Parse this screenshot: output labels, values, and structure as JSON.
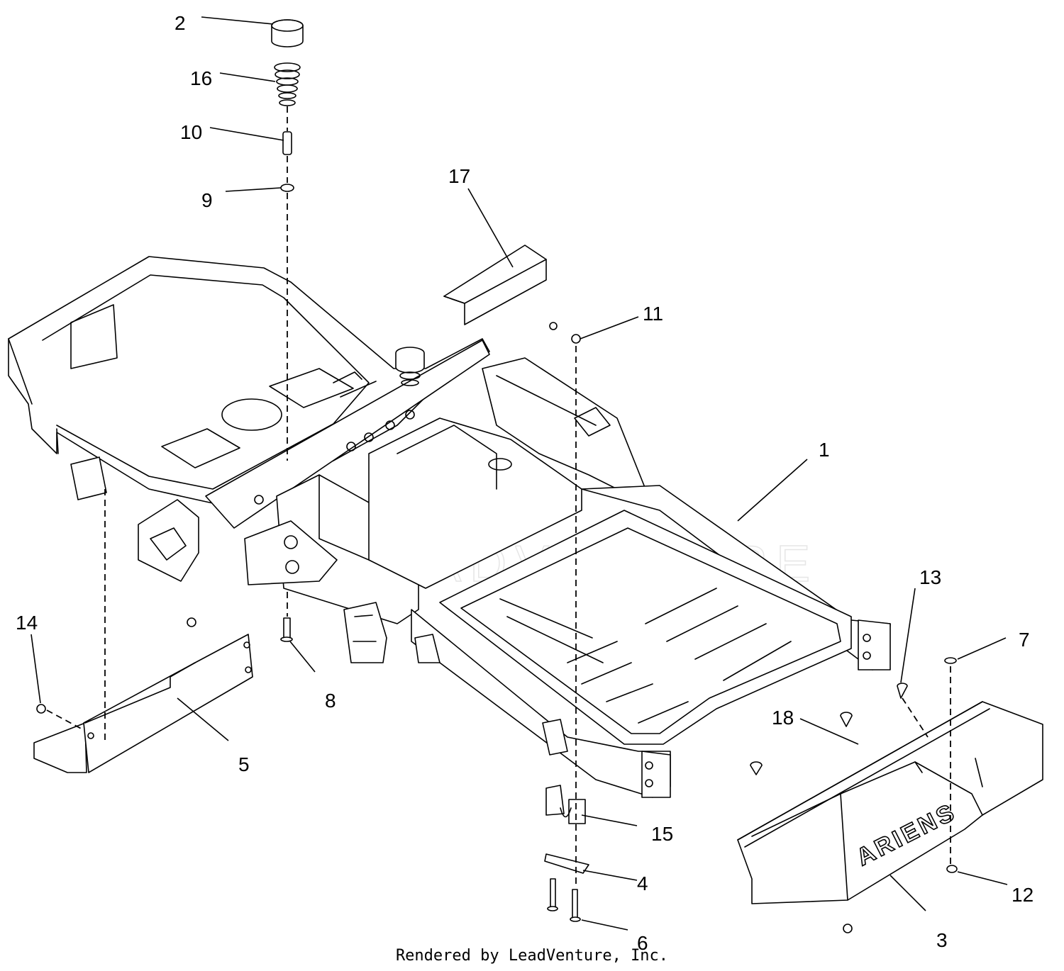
{
  "callouts": [
    {
      "label": "2"
    },
    {
      "label": "16"
    },
    {
      "label": "10"
    },
    {
      "label": "9"
    },
    {
      "label": "17"
    },
    {
      "label": "11"
    },
    {
      "label": "1"
    },
    {
      "label": "13"
    },
    {
      "label": "7"
    },
    {
      "label": "14"
    },
    {
      "label": "8"
    },
    {
      "label": "18"
    },
    {
      "label": "5"
    },
    {
      "label": "15"
    },
    {
      "label": "4"
    },
    {
      "label": "12"
    },
    {
      "label": "6"
    },
    {
      "label": "3"
    }
  ],
  "brand_text": "ARIENS",
  "watermark_text": "LEADVENTURE",
  "footer_text": "Rendered by LeadVenture, Inc."
}
